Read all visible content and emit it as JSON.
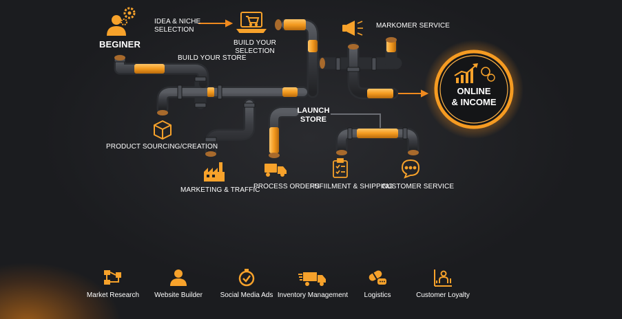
{
  "nodes": {
    "beginner": "BEGINER",
    "idea": "IDEA & NICHE\nSELECTION",
    "build_selection": "BUILD YOUR\nSELECTION",
    "markomer": "MARKOMER SERVICE",
    "build_store": "BUILD YOUR STORE",
    "launch": "LAUNCH\nSTORE",
    "product": "PRODUCT SOURCING/CREATION",
    "marketing": "MARKETING & TRAFFIC",
    "process": "PROCESS ORDERS",
    "fulfillment": "FUFIILMENT & SHIPPING",
    "customer": "CUSTOMER SERVICE"
  },
  "hub": {
    "line1": "ONLINE",
    "line2": "& INCOME"
  },
  "bottom": [
    {
      "label": "Market Research",
      "icon": "flowchart-icon"
    },
    {
      "label": "Website Builder",
      "icon": "person-icon"
    },
    {
      "label": "Social Media Ads",
      "icon": "target-check-icon"
    },
    {
      "label": "Inventory Management",
      "icon": "delivery-truck-icon"
    },
    {
      "label": "Logistics",
      "icon": "pill-chat-icon"
    },
    {
      "label": "Customer Loyalty",
      "icon": "person-podium-icon"
    }
  ],
  "colors": {
    "accent": "#f7a22b",
    "pipe": "#3a3c41",
    "background": "#1e1f22"
  }
}
